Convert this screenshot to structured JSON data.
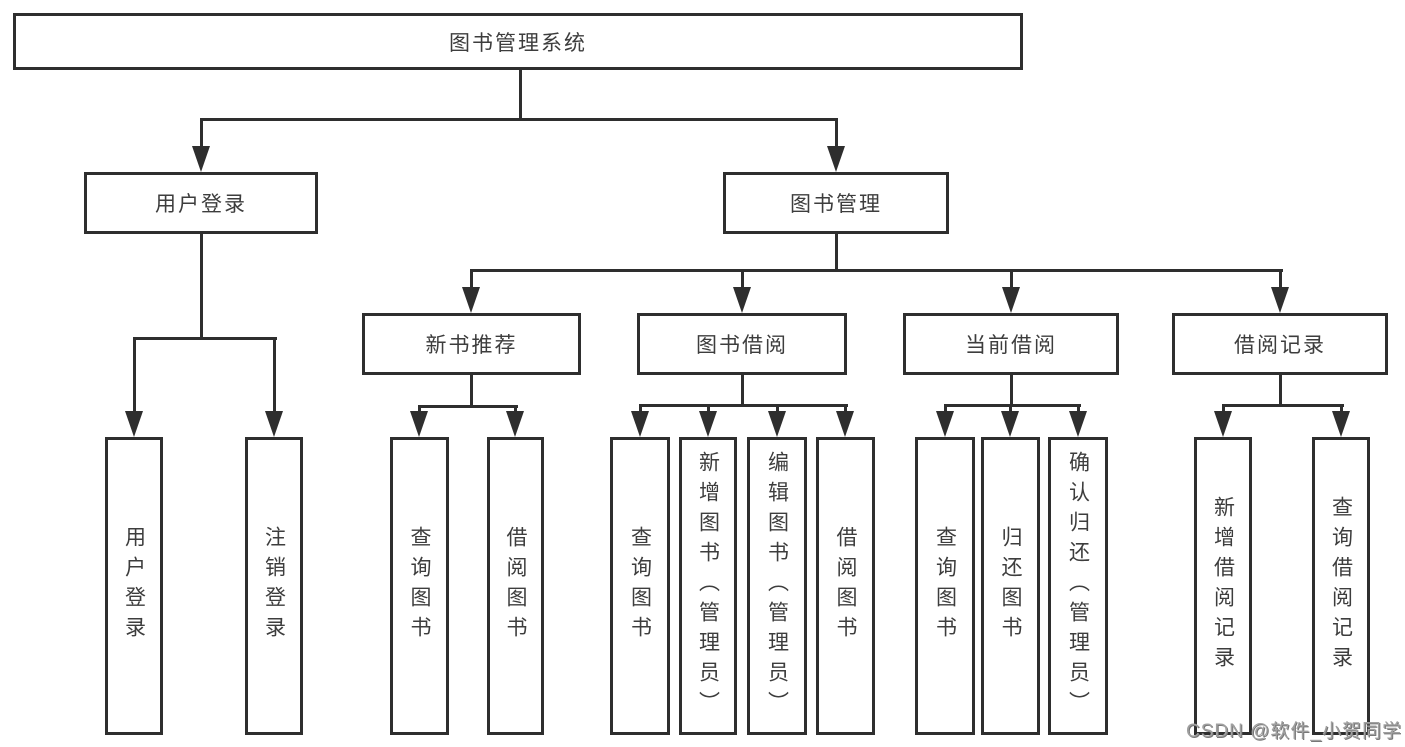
{
  "nodes": {
    "root": "图书管理系统",
    "user_login": "用户登录",
    "book_mgmt": "图书管理",
    "new_books": "新书推荐",
    "book_borrow": "图书借阅",
    "current_borrow": "当前借阅",
    "borrow_records": "借阅记录",
    "leaves": {
      "user_login": [
        "用户登录",
        "注销登录"
      ],
      "new_books": [
        "查询图书",
        "借阅图书"
      ],
      "book_borrow": [
        "查询图书",
        "新增图书（管理员）",
        "编辑图书（管理员）",
        "借阅图书"
      ],
      "current_borrow": [
        "查询图书",
        "归还图书",
        "确认归还（管理员）"
      ],
      "borrow_records": [
        "新增借阅记录",
        "查询借阅记录"
      ]
    }
  },
  "watermark": "CSDN @软件_小贺同学",
  "colors": {
    "border": "#2e2e2e",
    "line": "#2e2e2e",
    "text": "#3d3d3d",
    "background": "#ffffff",
    "watermark": "#a0a0a0"
  }
}
